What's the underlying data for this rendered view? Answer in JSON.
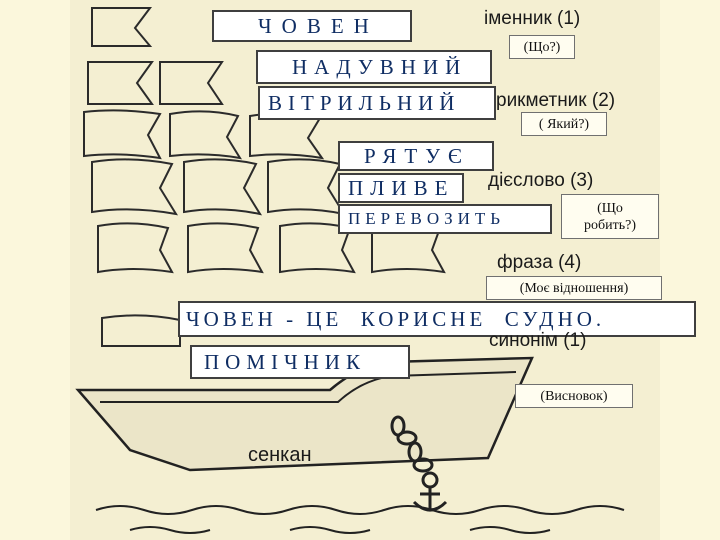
{
  "line1": {
    "word": "ЧОВЕН",
    "label": "іменник (1)",
    "question": "(Що?)"
  },
  "line2": {
    "word1": "НАДУВНИЙ",
    "word2": "ВІТРИЛЬНИЙ",
    "label": "рикметник (2)",
    "question": "( Який?)"
  },
  "line3": {
    "word1": "РЯТУЄ",
    "word2": "ПЛИВЕ",
    "word3": "ПЕРЕВОЗИТЬ",
    "label": "дієслово (3)",
    "question_line1": "(Що",
    "question_line2": "робить?)"
  },
  "line4": {
    "label": "фраза (4)",
    "question": "(Моє відношення)",
    "phrase": "ЧОВЕН - ЦЕ  КОРИСНЕ  СУДНО."
  },
  "line5": {
    "label": "синонім (1)",
    "word": "ПОМІЧНИК",
    "question": "(Висновок)"
  },
  "boat_label": "сенкан",
  "colors": {
    "background": "#fbf7dc",
    "word_text": "#0f2d63",
    "ink": "#222222"
  }
}
